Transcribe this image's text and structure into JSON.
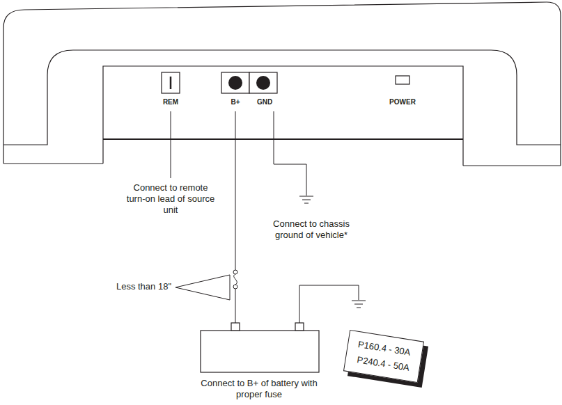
{
  "diagram": {
    "nodes": [
      {
        "text": [
          "P160.4 - 30A",
          "P240.4 - 50A"
        ]
      }
    ],
    "labels": [
      "REM",
      "B+",
      "GND",
      "POWER",
      "Connect to remote turn-on lead of source unit",
      "Connect to chassis ground of vehicle*",
      "Less than 18\"",
      "Connect to B+ of battery with proper fuse"
    ]
  }
}
